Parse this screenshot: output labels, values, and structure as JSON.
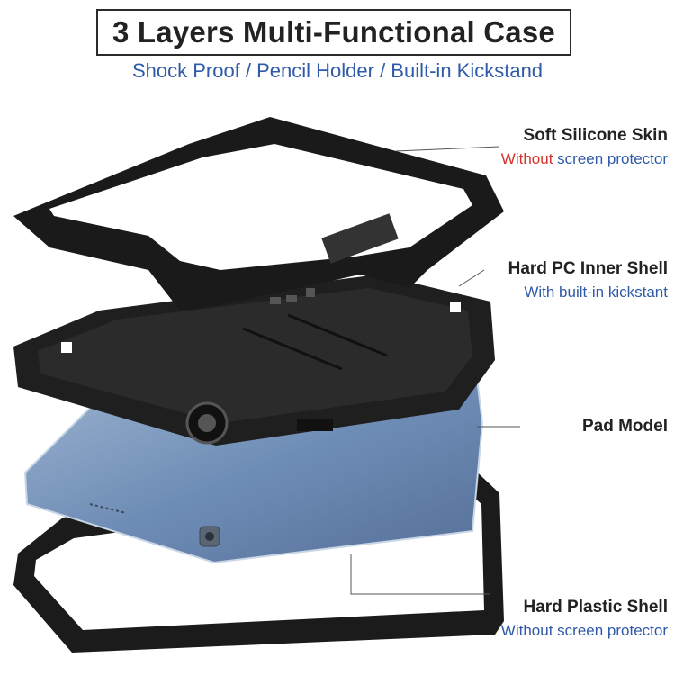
{
  "title": "3 Layers Multi-Functional Case",
  "subtitle": "Shock Proof / Pencil Holder / Built-in Kickstand",
  "layers": [
    {
      "heading": "Soft Silicone Skin",
      "note_prefix": "Without",
      "note_rest": " screen protector"
    },
    {
      "heading": "Hard PC Inner Shell",
      "note": "With built-in kickstant"
    },
    {
      "heading": "Pad Model"
    },
    {
      "heading": "Hard Plastic Shell",
      "note": "Without screen protector"
    }
  ],
  "colors": {
    "case": "#1c1c1c",
    "tablet": "#6f8fb8",
    "subtitle": "#2f5aa8",
    "warning": "#d8322c"
  }
}
